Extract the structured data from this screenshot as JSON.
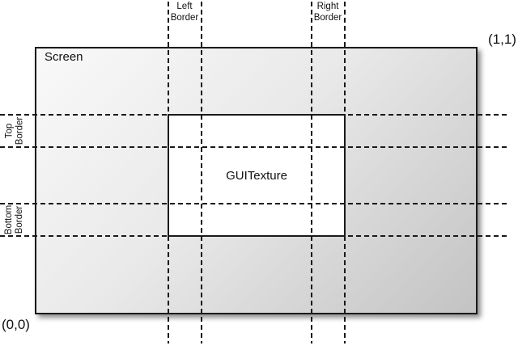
{
  "diagram": {
    "title_region": "Screen",
    "labels": {
      "screen": "Screen",
      "texture": "GUITexture",
      "origin": "(0,0)",
      "unit": "(1,1)",
      "left_border": {
        "line1": "Left",
        "line2": "Border"
      },
      "right_border": {
        "line1": "Right",
        "line2": "Border"
      },
      "top_border": {
        "line1": "Top",
        "line2": "Border"
      },
      "bottom_border": {
        "line1": "Bottom",
        "line2": "Border"
      }
    },
    "colors": {
      "line": "#1a1a1a",
      "screen_gradient_start": "#f9f9f9",
      "screen_gradient_end": "#c3c3c3",
      "texture_fill": "#ffffff",
      "background": "#ffffff",
      "text": "#111111"
    }
  }
}
